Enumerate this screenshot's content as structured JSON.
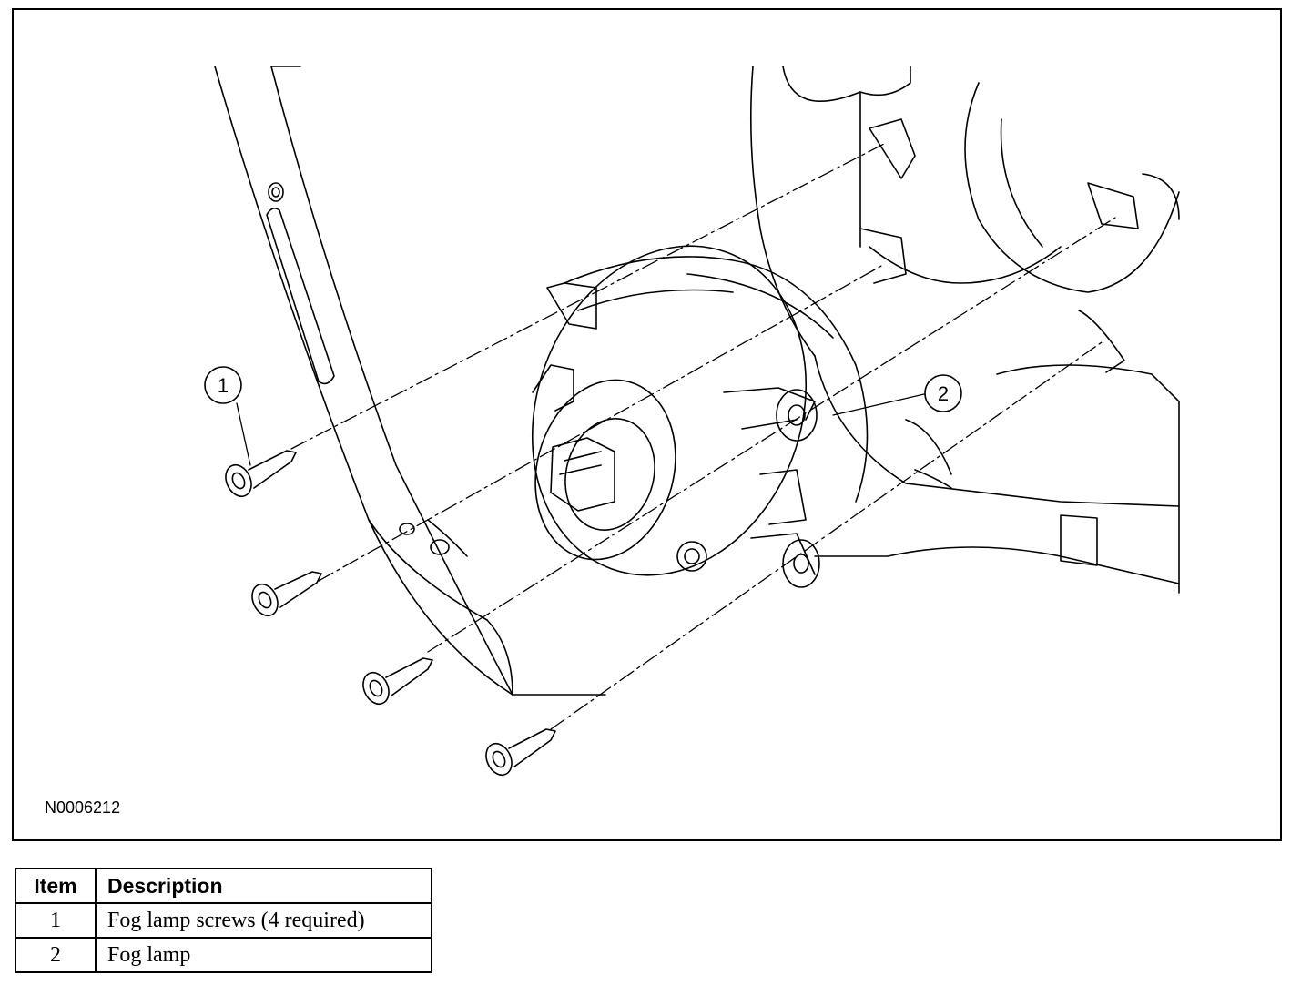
{
  "figure": {
    "id": "N0006212",
    "callouts": [
      {
        "number": "1"
      },
      {
        "number": "2"
      }
    ]
  },
  "legend": {
    "headers": {
      "item": "Item",
      "description": "Description"
    },
    "rows": [
      {
        "item": "1",
        "description": "Fog lamp screws (4 required)"
      },
      {
        "item": "2",
        "description": "Fog lamp"
      }
    ]
  }
}
